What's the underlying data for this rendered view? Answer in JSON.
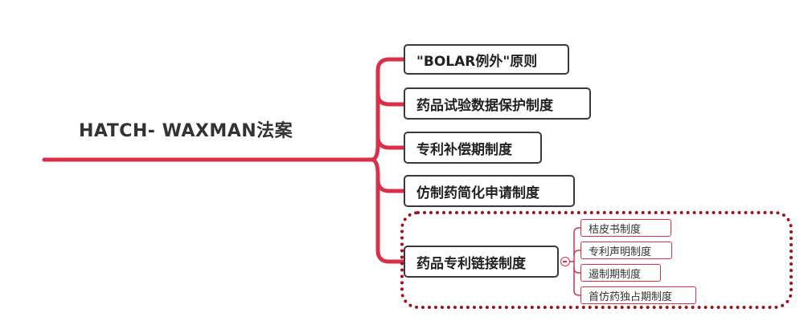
{
  "root": {
    "label": "HATCH- WAXMAN法案"
  },
  "branches": [
    {
      "label": "\"BOLAR例外\"原则"
    },
    {
      "label": "药品试验数据保护制度"
    },
    {
      "label": "专利补偿期制度"
    },
    {
      "label": "仿制药简化申请制度"
    },
    {
      "label": "药品专利链接制度",
      "children": [
        {
          "label": "桔皮书制度"
        },
        {
          "label": "专利声明制度"
        },
        {
          "label": "遏制期制度"
        },
        {
          "label": "首仿药独占期制度"
        }
      ]
    }
  ],
  "colors": {
    "connector": "#d9304a",
    "highlight_frame": "#a01016",
    "node_border": "#3a3a3a",
    "text": "#333333"
  }
}
